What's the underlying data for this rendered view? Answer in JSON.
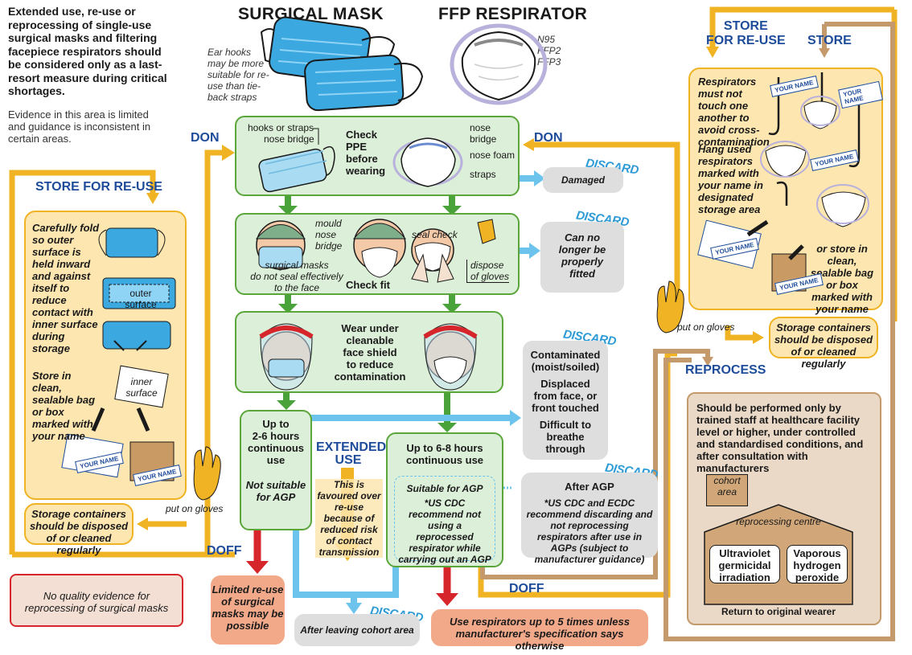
{
  "intro": {
    "warning": "Extended use, re-use or reprocessing of single-use surgical masks and filtering facepiece respirators should be considered only as a last-resort measure during critical shortages.",
    "evidence": "Evidence in this area is limited and guidance is inconsistent in certain areas."
  },
  "headers": {
    "surgical_mask": "SURGICAL MASK",
    "ffp_respirator": "FFP RESPIRATOR",
    "ear_hooks_note": "Ear hooks may be more suitable for re-use than tie-back straps",
    "respirator_types": "N95\nFFP2\nFFP3"
  },
  "labels": {
    "don": "DON",
    "doff": "DOFF",
    "store_for_reuse": "STORE FOR RE-USE",
    "store_for_reuse_right": "STORE\nFOR RE-USE",
    "store": "STORE",
    "reprocess": "REPROCESS",
    "extended_use": "EXTENDED\nUSE",
    "discard": "DISCARD",
    "put_on_gloves": "put on gloves",
    "your_name": "YOUR NAME"
  },
  "check_ppe": {
    "mask_labels": {
      "hooks": "hooks or straps",
      "nose_bridge": "nose bridge"
    },
    "title": "Check\nPPE\nbefore\nwearing",
    "resp_labels": {
      "nose_bridge": "nose\nbridge",
      "nose_foam": "nose foam",
      "straps": "straps"
    }
  },
  "check_fit": {
    "mould": "mould\nnose\nbridge",
    "not_seal": "surgical masks\ndo not seal effectively\nto the face",
    "seal_check": "seal check",
    "title": "Check fit",
    "dispose_gloves": "dispose\nof gloves"
  },
  "face_shield": {
    "title": "Wear under\ncleanable\nface shield\nto reduce\ncontamination"
  },
  "discard_boxes": {
    "damaged": "Damaged",
    "not_fitted": "Can no\nlonger be\nproperly\nfitted",
    "contaminated": "Contaminated\n(moist/soiled)",
    "displaced": "Displaced\nfrom face, or\nfront touched",
    "difficult": "Difficult to\nbreathe\nthrough",
    "after_agp_title": "After AGP",
    "after_agp_text": "*US CDC and ECDC recommend discarding and not reprocessing respirators after use in AGPs (subject to manufacturer guidance)",
    "after_cohort": "After leaving cohort area"
  },
  "surgical_use": {
    "duration": "Up to\n2-6 hours\ncontinuous\nuse",
    "agp": "Not suitable\nfor AGP"
  },
  "extended_text": "This is favoured over re-use because of reduced risk of contact transmission",
  "resp_use": {
    "duration": "Up to 6-8 hours\ncontinuous use",
    "agp_title": "Suitable for AGP",
    "agp_note": "*US CDC recommend not using a reprocessed respirator while carrying out an AGP"
  },
  "outcomes": {
    "limited_reuse": "Limited re-use\nof surgical\nmasks may be\npossible",
    "five_times": "Use respirators up to 5 times unless\nmanufacturer's specification says otherwise",
    "no_evidence": "No quality evidence for\nreprocessing of surgical masks"
  },
  "store_left": {
    "fold": "Carefully fold so outer surface is held inward and against itself to reduce contact with inner surface during storage",
    "outer_surface": "outer\nsurface",
    "inner_surface": "inner\nsurface",
    "store_bag": "Store in clean, sealable bag or box marked with your name",
    "containers": "Storage containers should be disposed of or cleaned regularly"
  },
  "store_right": {
    "not_touch": "Respirators must not touch one another to avoid cross-contamination",
    "hang": "Hang used respirators marked with your name in designated storage area",
    "or_store": "or store in clean, sealable bag or box marked with your name",
    "containers": "Storage containers should be disposed of or cleaned regularly"
  },
  "reprocess": {
    "text": "Should be performed only by trained staff at healthcare facility level or higher, under controlled and standardised conditions, and after consultation with manufacturers",
    "cohort_area": "cohort\narea",
    "centre": "reprocessing centre",
    "uv": "Ultraviolet\ngermicidal\nirradiation",
    "vhp": "Vaporous\nhydrogen\nperoxide",
    "return": "Return to original wearer"
  },
  "colors": {
    "green": "#5aa63a",
    "yellow": "#f0b323",
    "blue": "#6cc4ec",
    "red": "#d6262b",
    "tan": "#c49a6c",
    "navy": "#1e4c9a"
  }
}
